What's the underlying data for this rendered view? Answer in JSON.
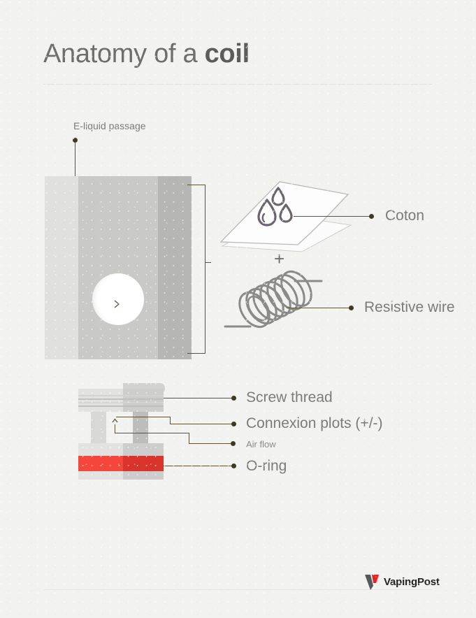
{
  "header": {
    "title_prefix": "Anatomy of a ",
    "title_emphasis": "coil"
  },
  "diagram": {
    "operator_plus": "+",
    "labels": {
      "eliquid_passage": "E-liquid passage",
      "coton": "Coton",
      "resistive_wire": "Resistive wire",
      "screw_thread": "Screw thread",
      "connexion_plots": "Connexion plots (+/-)",
      "air_flow": "Air flow",
      "oring": "O-ring"
    },
    "icons": {
      "water_drops": "water-drops-icon",
      "arrow_right": "arrow-right-icon",
      "arrow_up": "arrow-up-icon"
    },
    "colors": {
      "background": "#f2f2f0",
      "leader_line": "#5c5433",
      "label_text": "#7b7b7b",
      "title_text": "#6e6e6e",
      "oring_red": "#f4463a",
      "oring_red_shadow": "#d8342c",
      "body_light": "#e0e0de",
      "body_mid": "#c9c9c7",
      "body_dark": "#b6b6b4",
      "drop_icon": "#6b6370",
      "wire_gray": "#8a8a88"
    }
  },
  "footer": {
    "logo_text": "VapingPost",
    "logo_mark_gray": "#58585a",
    "logo_mark_red": "#e8231f"
  }
}
